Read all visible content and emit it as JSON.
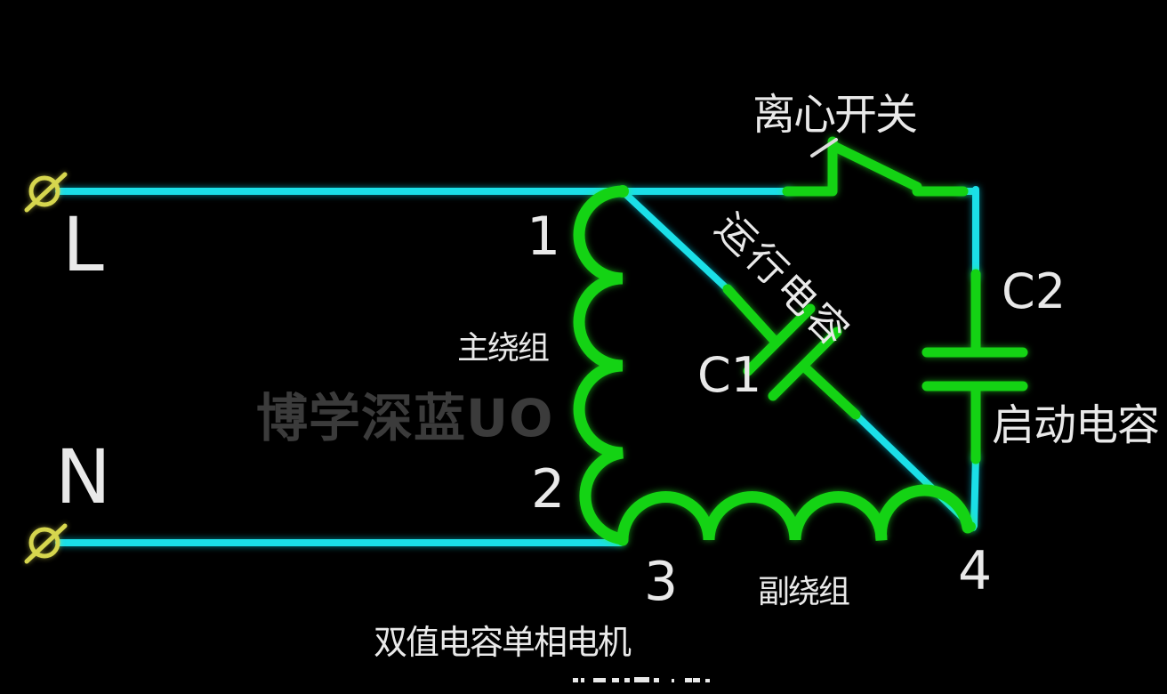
{
  "colors": {
    "background": "#000000",
    "wire_cyan": "#1bdfe8",
    "wire_green": "#14d314",
    "terminal_yellow": "#d6d64e",
    "text_white": "#e9e9e9",
    "watermark_gray": "#3b3b3b"
  },
  "source": {
    "line_terminal_label": "L",
    "neutral_terminal_label": "N"
  },
  "switch": {
    "label": "离心开关"
  },
  "windings": {
    "main_label": "主绕组",
    "aux_label": "副绕组"
  },
  "capacitors": {
    "run": {
      "ref": "C1",
      "label": "运行电容"
    },
    "start": {
      "ref": "C2",
      "label": "启动电容"
    }
  },
  "nodes": {
    "n1": "1",
    "n2": "2",
    "n3": "3",
    "n4": "4"
  },
  "caption": "双值电容单相电机",
  "watermark": "博学深蓝UO"
}
